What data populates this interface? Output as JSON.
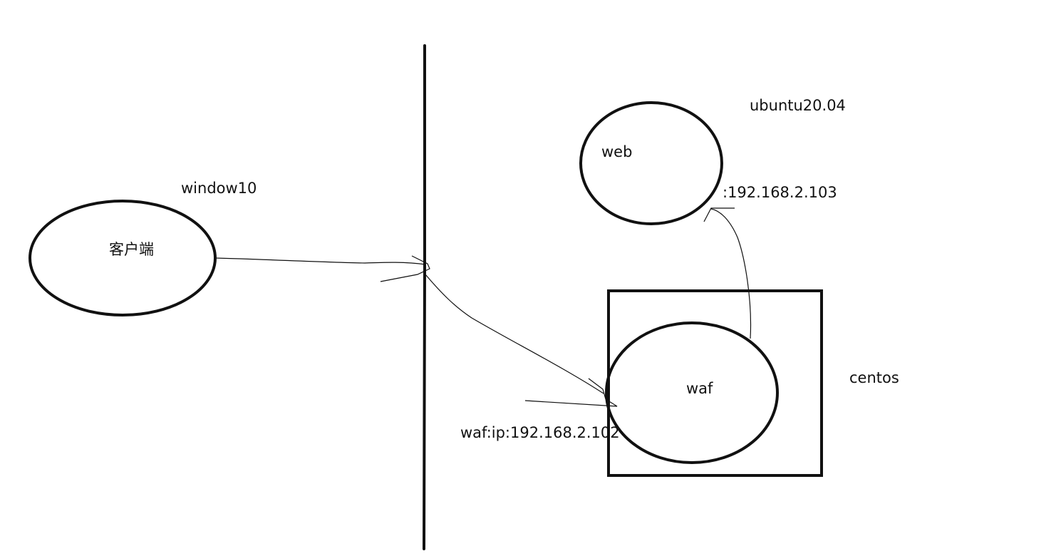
{
  "labels": {
    "client_os": "window10",
    "client": "客户端",
    "web_os": "ubuntu20.04",
    "web": "web",
    "web_ip": ":192.168.2.103",
    "waf": "waf",
    "waf_os": "centos",
    "waf_ip": "waf:ip:192.168.2.102"
  },
  "colors": {
    "stroke": "#111111",
    "background": "#ffffff"
  }
}
